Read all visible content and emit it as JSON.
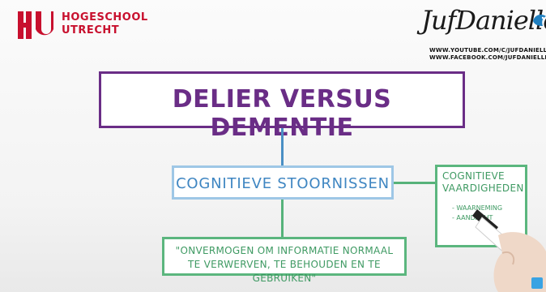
{
  "hogeschool": {
    "line1": "HOGESCHOOL",
    "line2": "UTRECHT",
    "brand_color": "#c8102e"
  },
  "jufdanielle": {
    "name": "JufDanielle",
    "url_youtube": "WWW.YOUTUBE.COM/C/JUFDANIELLE",
    "url_facebook": "WWW.FACEBOOK.COM/JUFDANIELLE"
  },
  "diagram": {
    "title": "DELIER VERSUS DEMENTIE",
    "node_main": "COGNITIEVE STOORNISSEN",
    "definition": "\"ONVERMOGEN OM INFORMATIE NORMAAL TE VERWERVEN, TE BEHOUDEN EN TE GEBRUIKEN\"",
    "skills_title": "COGNITIEVE VAARDIGHEDEN",
    "skills_items": [
      "- WAARNEMING",
      "- AANDACHT"
    ],
    "colors": {
      "title": "#6a2d86",
      "main": "#4a8fc4",
      "green": "#56b27a"
    }
  }
}
